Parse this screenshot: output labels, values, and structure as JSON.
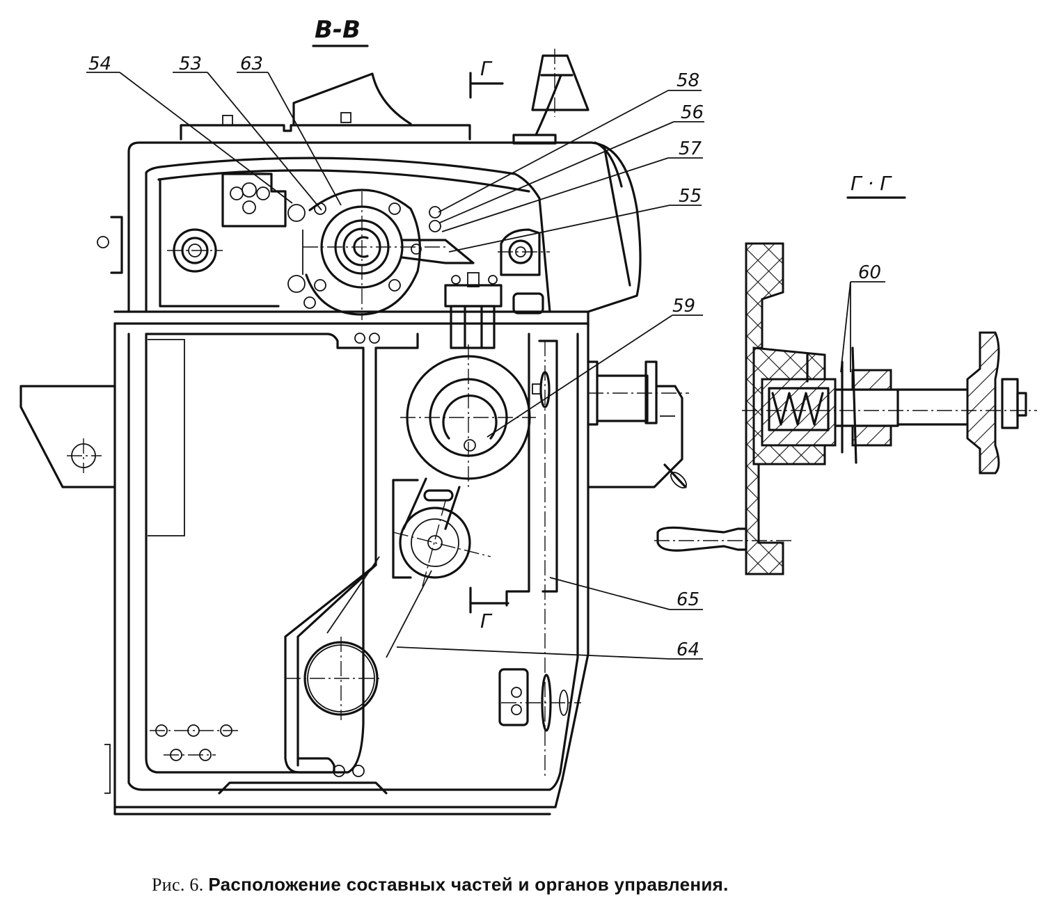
{
  "view_titles": {
    "main_section": "В-В",
    "side_section": "Г · Г"
  },
  "section_marks": {
    "top": "Г",
    "bottom": "Г"
  },
  "callouts": [
    {
      "id": "54",
      "label": "54"
    },
    {
      "id": "53",
      "label": "53"
    },
    {
      "id": "63",
      "label": "63"
    },
    {
      "id": "58",
      "label": "58"
    },
    {
      "id": "56",
      "label": "56"
    },
    {
      "id": "57",
      "label": "57"
    },
    {
      "id": "55",
      "label": "55"
    },
    {
      "id": "59",
      "label": "59"
    },
    {
      "id": "60",
      "label": "60"
    },
    {
      "id": "65",
      "label": "65"
    },
    {
      "id": "64",
      "label": "64"
    }
  ],
  "caption": {
    "figure": "Рис. 6.",
    "text": "Расположение составных частей и органов управления."
  }
}
